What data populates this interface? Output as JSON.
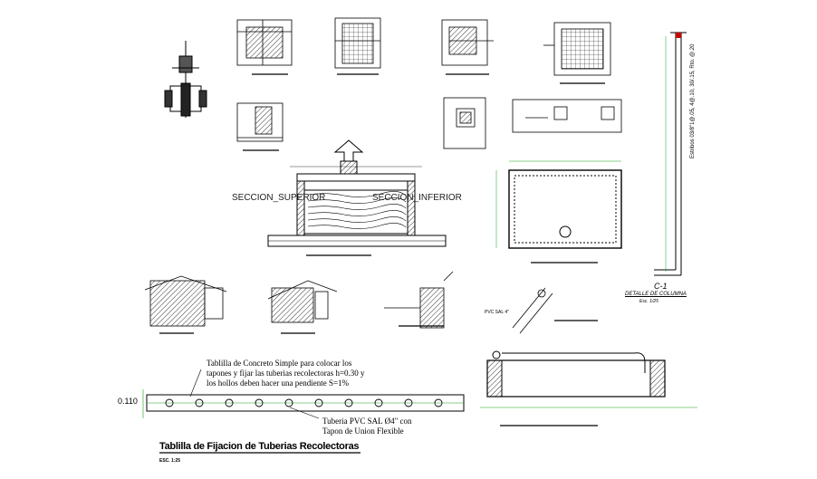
{
  "section_labels": {
    "superior": "SECCION_SUPERIOR",
    "inferior": "SECCION_INFERIOR"
  },
  "column_detail": {
    "label": "C-1",
    "title": "DETALLE DE COLUMNA",
    "scale": "Esc. 1/25",
    "stirrups": "Estribos 03/8\"1@.05, 4@.10, 30/.15, Rto. @.20"
  },
  "pipe_labels": {
    "pvc_sal": "PVC SAL 4\""
  },
  "slab_dim": "0.110",
  "slab_note": {
    "line1": "Tablilla de Concreto Simple para colocar los",
    "line2": "tapones y fijar las tuberias recolectoras h=0.30 y",
    "line3": "los hollos deben hacer una pendiente S=1%"
  },
  "pipe_note": {
    "line1": "Tuberia PVC SAL Ø4\" con",
    "line2": "Tapon de Union Flexible"
  },
  "drawing_title": "Tablilla de Fijacion de Tuberias Recolectoras",
  "drawing_scale": "ESC. 1:25",
  "colors": {
    "line": "#000000",
    "accent": "#d40000",
    "dim": "#1aa01a"
  }
}
